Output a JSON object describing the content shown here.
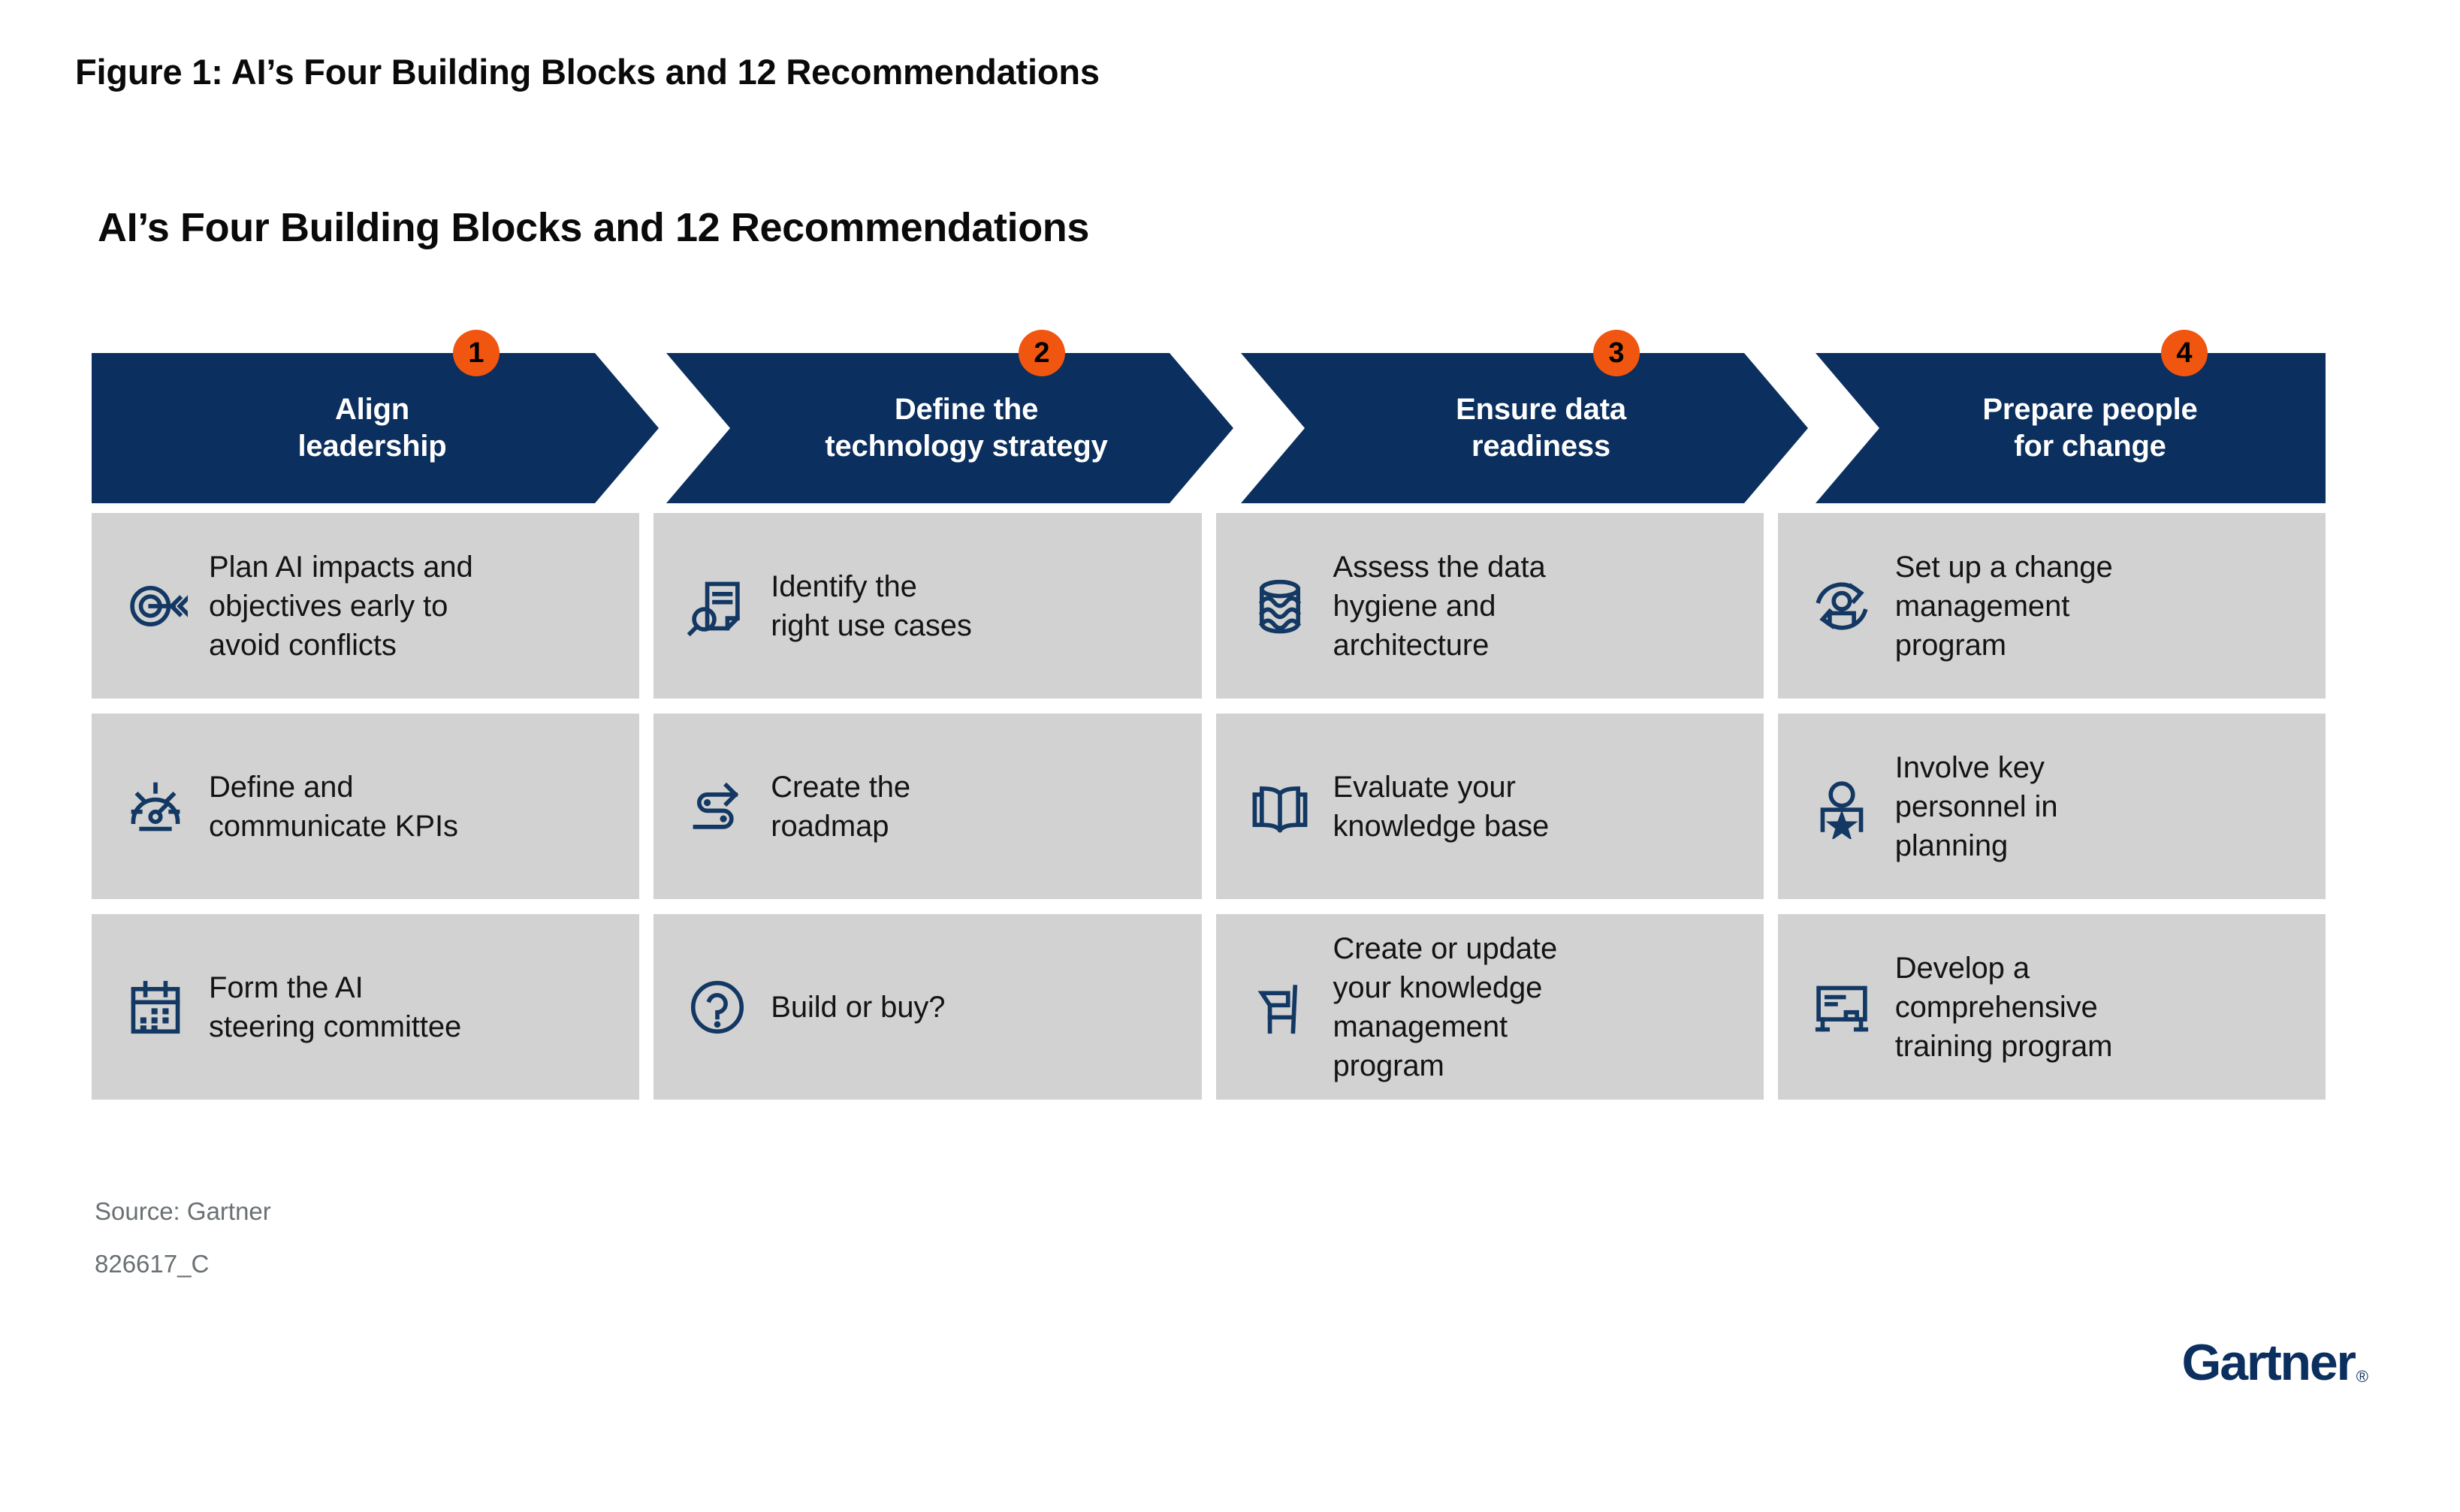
{
  "figure": {
    "caption": "Figure 1: AI’s Four Building Blocks and 12 Recommendations",
    "title": "AI’s Four Building Blocks and 12 Recommendations",
    "source": "Source: Gartner",
    "id": "826617_C"
  },
  "colors": {
    "banner_blue": "#0b2f5e",
    "badge_orange": "#f0560f",
    "card_gray": "#d2d2d2",
    "icon_blue": "#123863",
    "footer_gray": "#6a7073",
    "page_background": "#ffffff"
  },
  "logo": {
    "word": "Gartner",
    "registered": "®"
  },
  "columns": [
    {
      "number": "1",
      "heading": "Align\nleadership",
      "cards": [
        {
          "icon": "target-arrow-icon",
          "text": "Plan AI impacts and\nobjectives early to\navoid conflicts"
        },
        {
          "icon": "gauge-icon",
          "text": "Define and\ncommunicate KPIs"
        },
        {
          "icon": "calendar-icon",
          "text": "Form the AI\nsteering committee"
        }
      ]
    },
    {
      "number": "2",
      "heading": "Define the\ntechnology strategy",
      "cards": [
        {
          "icon": "document-search-icon",
          "text": "Identify the\nright use cases"
        },
        {
          "icon": "winding-road-arrow-icon",
          "text": "Create the\nroadmap"
        },
        {
          "icon": "question-circle-icon",
          "text": "Build or buy?"
        }
      ]
    },
    {
      "number": "3",
      "heading": "Ensure data\nreadiness",
      "cards": [
        {
          "icon": "database-waves-icon",
          "text": "Assess the data\nhygiene and\narchitecture"
        },
        {
          "icon": "open-book-icon",
          "text": "Evaluate your\nknowledge base"
        },
        {
          "icon": "lectern-icon",
          "text": "Create or update\nyour knowledge\nmanagement\nprogram"
        }
      ]
    },
    {
      "number": "4",
      "heading": "Prepare people\nfor change",
      "cards": [
        {
          "icon": "person-refresh-icon",
          "text": "Set up a change\nmanagement\nprogram"
        },
        {
          "icon": "person-star-icon",
          "text": "Involve key\npersonnel in\nplanning"
        },
        {
          "icon": "presentation-board-icon",
          "text": "Develop a\ncomprehensive\ntraining program"
        }
      ]
    }
  ]
}
